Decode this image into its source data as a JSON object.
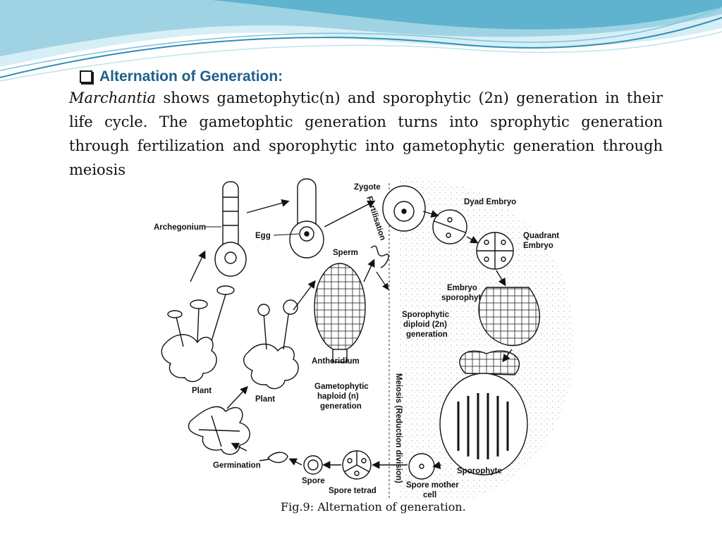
{
  "slide": {
    "heading": "Alternation of Generation:",
    "body_italic": "Marchantia",
    "body_text": " shows gametophytic(n) and sporophytic (2n) generation in their life cycle. The gametophtic generation turns into sprophytic generation through fertilization and sporophytic into gametophytic generation through meiosis",
    "caption": "Fig.9:  Alternation of generation."
  },
  "figure": {
    "labels": {
      "zygote": "Zygote",
      "fertilisation": "Fertilisation",
      "dyad_embryo": "Dyad Embryo",
      "quadrant_embryo_1": "Quadrant",
      "quadrant_embryo_2": "Embryo",
      "archegonium": "Archegonium",
      "egg": "Egg",
      "sperm": "Sperm",
      "embryo_sporophyte_1": "Embryo",
      "embryo_sporophyte_2": "sporophyte",
      "sporophytic_1": "Sporophytic",
      "sporophytic_2": "diploid (2n)",
      "sporophytic_3": "generation",
      "antheridium": "Antheridium",
      "plant_left": "Plant",
      "plant_right": "Plant",
      "gametophytic_1": "Gametophytic",
      "gametophytic_2": "haploid (n)",
      "gametophytic_3": "generation",
      "meiosis": "Meiosis (Reduction division)",
      "sporophyte": "Sporophyte",
      "germination": "Germination",
      "spore": "Spore",
      "spore_tetrad": "Spore tetrad",
      "spore_mother_1": "Spore mother",
      "spore_mother_2": "cell"
    }
  },
  "colors": {
    "heading": "#1f5f8b",
    "wave_dark": "#2f8fb5",
    "wave_light": "#bfe3ee"
  }
}
